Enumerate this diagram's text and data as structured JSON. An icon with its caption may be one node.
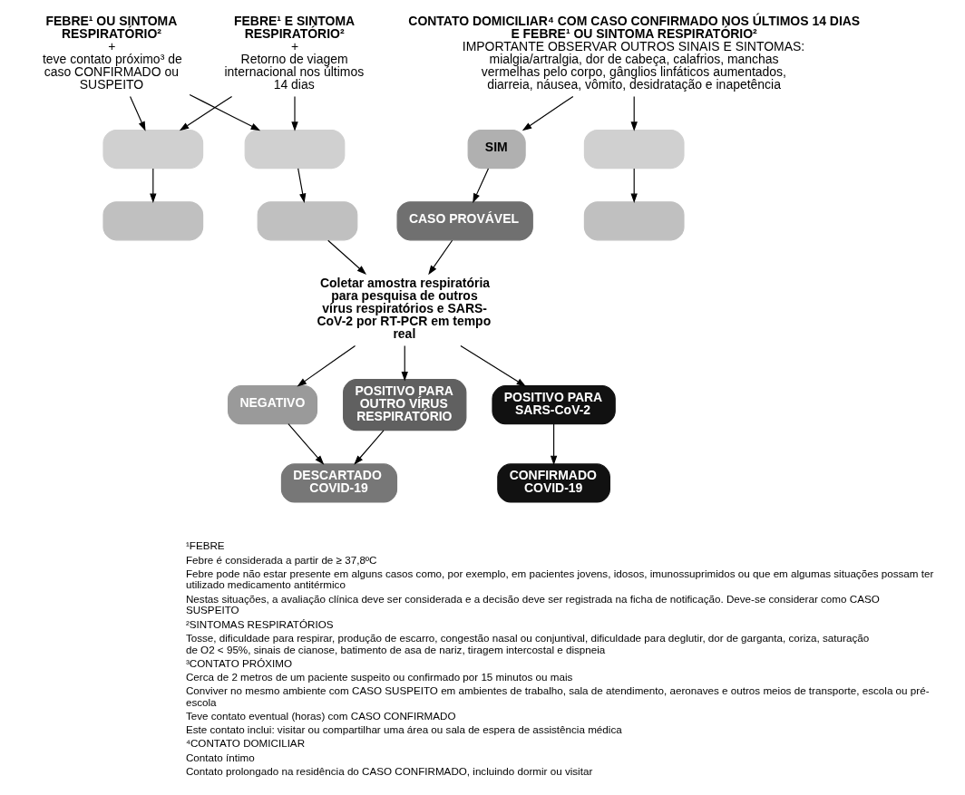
{
  "diagram": {
    "nodes": [
      {
        "text": [
          "FEBRE¹ E SINTOMA RESPIRATÓRIO²",
          "+",
          "Retorno de viagem internacional nos últimos 14 dias"
        ]
      },
      {
        "text": [
          "FEBRE¹ OU SINTOMA RESPIRATÓRIO²",
          "+",
          "teve contato próximo³ de caso CONFIRMADO ou SUSPEITO"
        ]
      },
      {
        "text": [
          "CONTATO DOMICILIAR⁴ COM CASO CONFIRMADO NOS ÚLTIMOS 14 DIAS E FEBRE¹ OU SINTOMA RESPIRATÓRIO²",
          "IMPORTANTE OBSERVAR OUTROS SINAIS E SINTOMAS: mialgia/artralgia, dor de cabeça, calafrios, manchas vermelhas pelo corpo, gânglios linfáticos aumentados, diarreia, náusea, vômito, desidratação e inapetência"
        ]
      },
      {
        "text": [],
        "shape": "box"
      },
      {
        "text": [],
        "shape": "box"
      },
      {
        "text": [
          "SIM"
        ]
      },
      {
        "text": [],
        "shape": "box"
      },
      {
        "text": [],
        "shape": "box"
      },
      {
        "text": [],
        "shape": "box"
      },
      {
        "text": [
          "CASO PROVÁVEL"
        ]
      },
      {
        "text": [],
        "shape": "box"
      },
      {
        "text": [
          "Coletar amostra respiratória para pesquisa de outros vírus respiratórios e SARS-CoV-2 por RT-PCR em tempo real"
        ]
      },
      {
        "text": [
          "POSITIVO PARA OUTRO VÍRUS RESPIRATÓRIO"
        ]
      },
      {
        "text": [
          "NEGATIVO"
        ]
      },
      {
        "text": [
          "POSITIVO PARA SARS-CoV-2"
        ]
      },
      {
        "text": [
          "DESCARTADO COVID-19"
        ]
      },
      {
        "text": [
          "CONFIRMADO COVID-19"
        ]
      }
    ],
    "edges": [
      {
        "from": 0,
        "to": 3,
        "arrow": "to"
      },
      {
        "from": 0,
        "to": 4,
        "arrow": "to"
      },
      {
        "from": 1,
        "to": 3,
        "arrow": "to"
      },
      {
        "from": 1,
        "to": 4,
        "arrow": "to"
      },
      {
        "from": 2,
        "to": 5,
        "arrow": "to"
      },
      {
        "from": 2,
        "to": 6,
        "arrow": "to"
      },
      {
        "from": 3,
        "to": 7,
        "arrow": "to"
      },
      {
        "from": 4,
        "to": 8,
        "arrow": "to"
      },
      {
        "from": 5,
        "to": 9,
        "arrow": "to"
      },
      {
        "from": 6,
        "to": 10,
        "arrow": "to"
      },
      {
        "from": 8,
        "to": 11,
        "arrow": "to"
      },
      {
        "from": 9,
        "to": 11,
        "arrow": "to"
      },
      {
        "from": 11,
        "to": 12,
        "arrow": "to"
      },
      {
        "from": 11,
        "to": 13,
        "arrow": "to"
      },
      {
        "from": 11,
        "to": 14,
        "arrow": "to"
      },
      {
        "from": 12,
        "to": 15,
        "arrow": "to"
      },
      {
        "from": 13,
        "to": 15,
        "arrow": "to"
      },
      {
        "from": 14,
        "to": 16,
        "arrow": "to"
      }
    ],
    "labels": [
      "¹FEBRE",
      "Febre é considerada a partir de ≥ 37,8ºC",
      "Febre pode não estar presente em alguns casos como, por exemplo, em pacientes jovens, idosos, imunossuprimidos ou que em algumas situações possam ter utilizado medicamento antitérmico",
      "Nestas situações, a avaliação clínica deve ser considerada e a decisão deve ser registrada na ficha de notificação. Deve-se considerar como CASO SUSPEITO",
      "²SINTOMAS RESPIRATÓRIOS",
      "Tosse, dificuldade para respirar, produção de escarro, congestão nasal ou conjuntival, dificuldade para deglutir, dor de garganta, coriza, saturação de O2 < 95%, sinais de cianose, batimento de asa de nariz, tiragem intercostal e dispneia",
      "³CONTATO PRÓXIMO",
      "Cerca de 2 metros de um paciente suspeito ou confirmado por 15 minutos ou mais",
      "Conviver no mesmo ambiente com CASO SUSPEITO em ambientes de trabalho, sala de atendimento, aeronaves e outros meios de transporte, escola ou pré-escola",
      "Teve contato eventual (horas) com CASO CONFIRMADO",
      "Este contato inclui: visitar ou compartilhar uma área ou sala de espera de assistência médica",
      "⁴CONTATO DOMICILIAR",
      "Contato íntimo",
      "Contato prolongado na residência do CASO CONFIRMADO, incluindo dormir ou visitar"
    ]
  }
}
